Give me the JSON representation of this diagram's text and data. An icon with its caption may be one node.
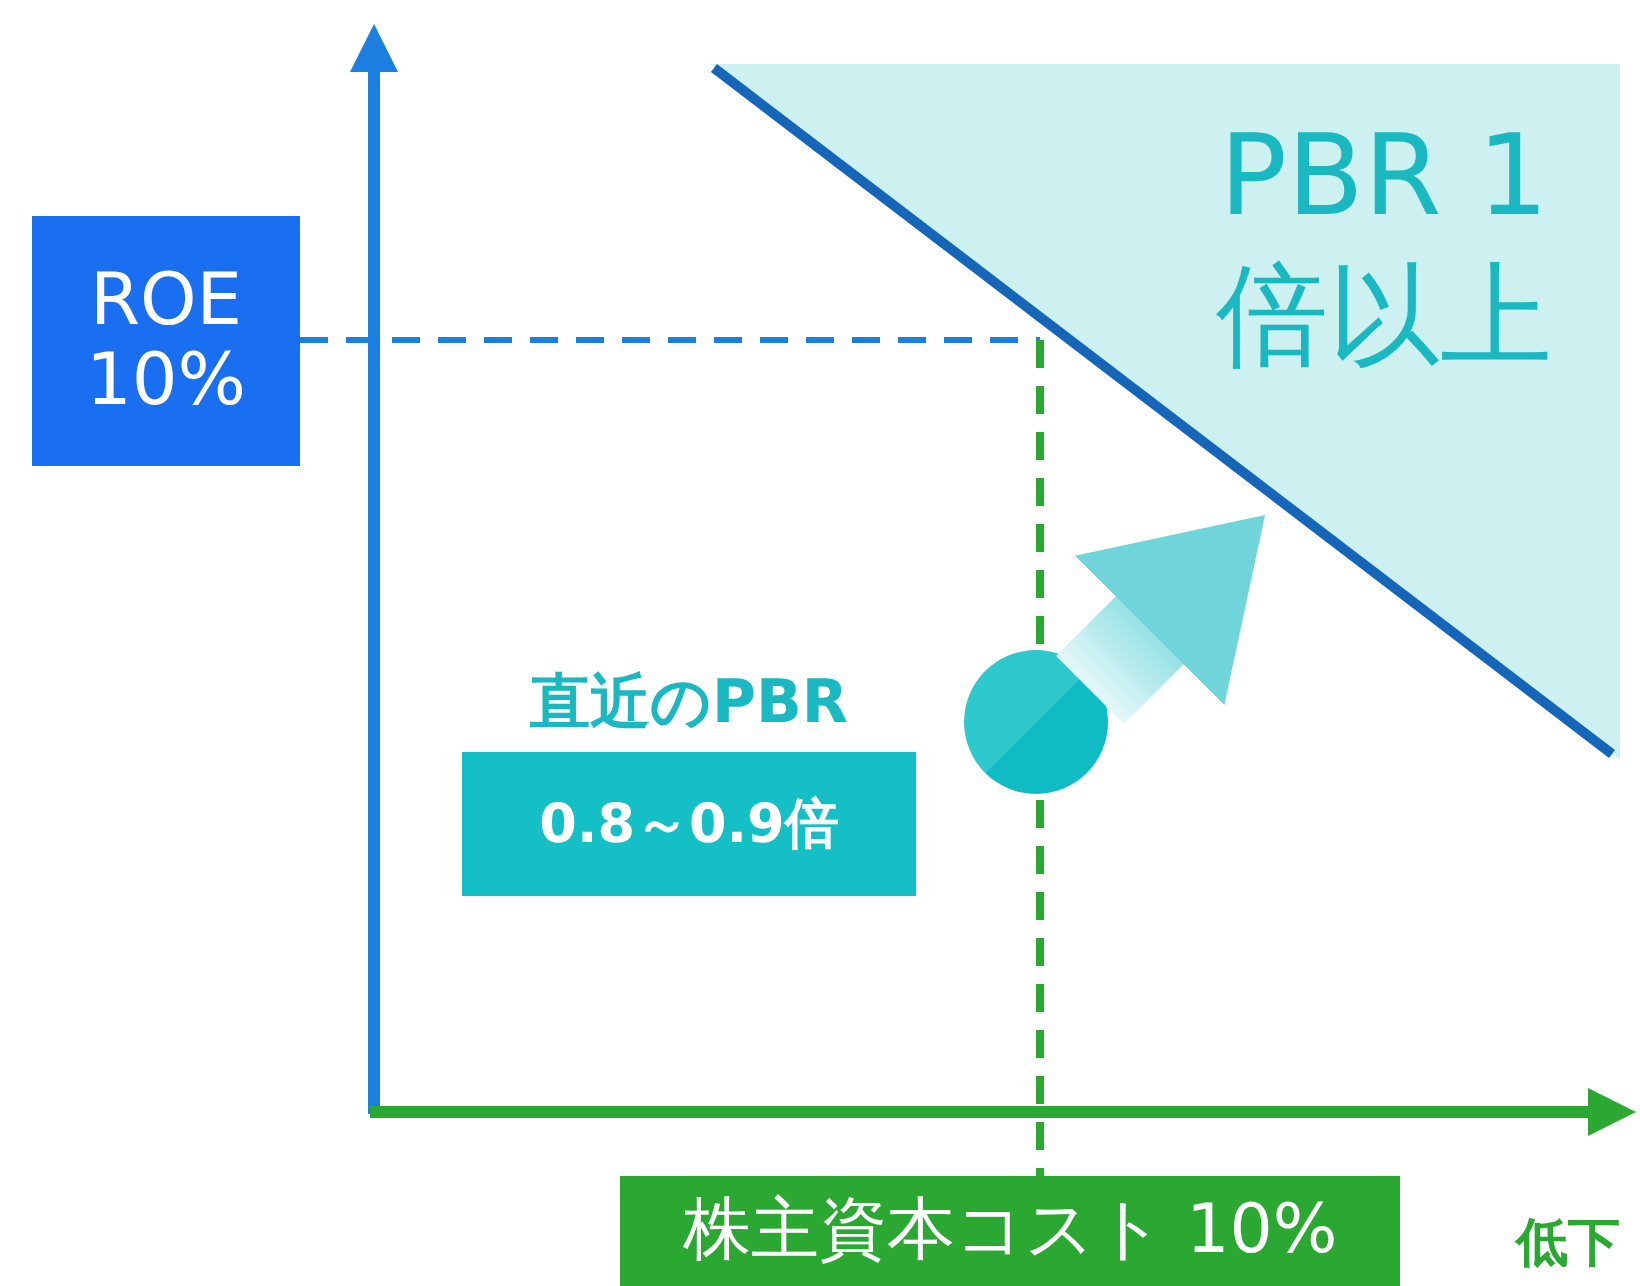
{
  "diagram": {
    "nodes": [
      {
        "text": [
          "ROE 10%"
        ]
      },
      {
        "text": [
          "PBR 1倍以上"
        ]
      },
      {
        "text": [
          "直近のPBR",
          "0.8～0.9倍"
        ]
      },
      {
        "text": [
          "株主資本コスト 10%"
        ]
      },
      {
        "text": [],
        "shape": "circle"
      }
    ],
    "edges": [
      {
        "from": 4,
        "to": 1,
        "arrow": "to",
        "style": "thick"
      }
    ],
    "labels": [
      "低下"
    ]
  }
}
